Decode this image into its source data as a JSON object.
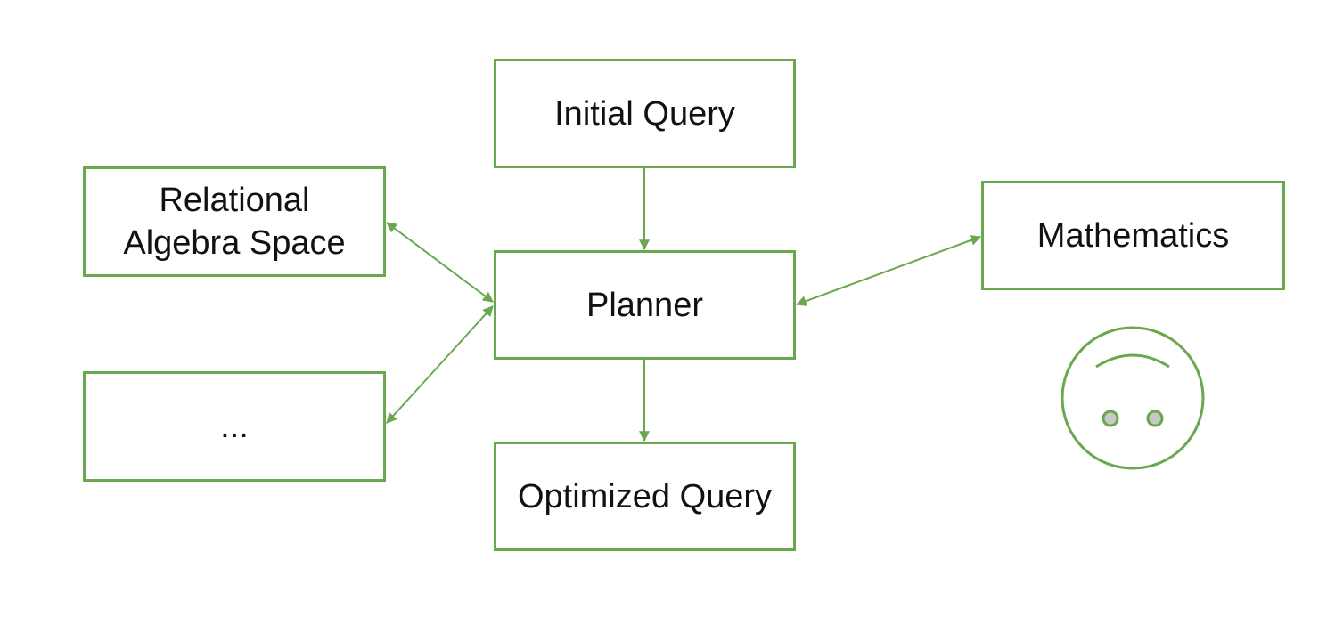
{
  "diagram": {
    "nodes": {
      "initial_query": "Initial Query",
      "planner": "Planner",
      "optimized_query": "Optimized Query",
      "relational_algebra_space": "Relational\nAlgebra Space",
      "other": "...",
      "mathematics": "Mathematics"
    },
    "edges": [
      {
        "from": "initial_query",
        "to": "planner",
        "direction": "forward"
      },
      {
        "from": "planner",
        "to": "optimized_query",
        "direction": "forward"
      },
      {
        "from": "relational_algebra_space",
        "to": "planner",
        "direction": "both"
      },
      {
        "from": "other",
        "to": "planner",
        "direction": "both"
      },
      {
        "from": "mathematics",
        "to": "planner",
        "direction": "both"
      }
    ],
    "colors": {
      "stroke": "#6aa84f",
      "face_dots": "#c8c8c8"
    },
    "icons": [
      "upside-down-smiley-icon"
    ]
  }
}
